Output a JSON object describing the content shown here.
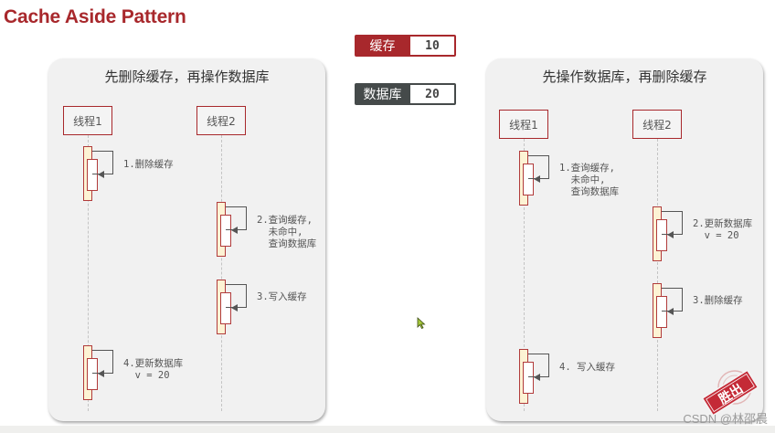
{
  "title": "Cache Aside Pattern",
  "badges": {
    "cache": {
      "label": "缓存",
      "value": "10",
      "color": "#a8282c"
    },
    "database": {
      "label": "数据库",
      "value": "20",
      "color": "#454a4a"
    }
  },
  "left_panel": {
    "title": "先删除缓存，再操作数据库",
    "threads": [
      "线程1",
      "线程2"
    ],
    "steps": [
      "1.删除缓存",
      "2.查询缓存,\n  未命中,\n  查询数据库",
      "3.写入缓存",
      "4.更新数据库\n  v = 20"
    ]
  },
  "right_panel": {
    "title": "先操作数据库，再删除缓存",
    "threads": [
      "线程1",
      "线程2"
    ],
    "steps": [
      "1.查询缓存,\n  未命中,\n  查询数据库",
      "2.更新数据库\n  v = 20",
      "3.删除缓存",
      "4. 写入缓存"
    ],
    "stamp": "胜出"
  },
  "watermark": "CSDN @林邵晨"
}
